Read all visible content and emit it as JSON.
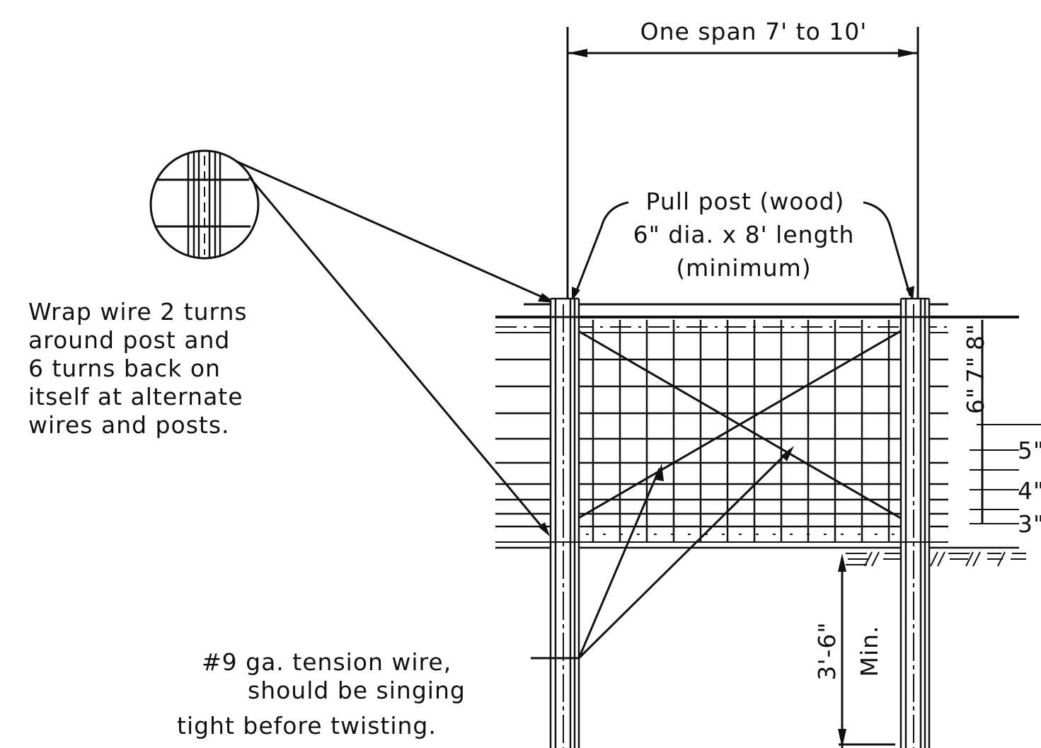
{
  "colors": {
    "ink": "#111111",
    "paper": "#ffffff"
  },
  "labels": {
    "span": "One span 7' to 10'",
    "pull_post_line1": "Pull post (wood)",
    "pull_post_line2": "6\" dia. x 8' length",
    "pull_post_line3": "(minimum)",
    "wrap_line1": "Wrap wire 2 turns",
    "wrap_line2": "around  post and",
    "wrap_line3": "6 turns back on",
    "wrap_line4": "itself at alternate",
    "wrap_line5": "wires and posts.",
    "tension_line1": "#9 ga. tension wire,",
    "tension_line2": "should be singing",
    "tension_line3": "tight before twisting.",
    "depth_value": "3'-6\"",
    "depth_min": "Min."
  },
  "wire_spacing": [
    "8\"",
    "7\"",
    "6\"",
    "5\"",
    "4\"",
    "3\""
  ]
}
